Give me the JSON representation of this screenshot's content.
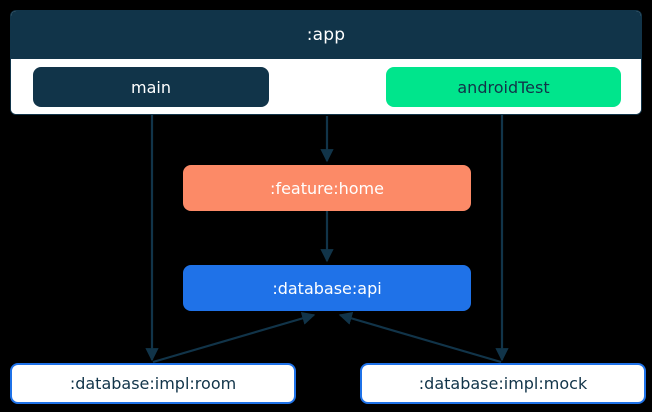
{
  "diagram": {
    "type": "module-dependency-graph",
    "background_color": "#000000",
    "edge_color": "#113449",
    "subgraph": {
      "title": ":app",
      "fill": "#ffffff",
      "header_fill": "#113449",
      "header_text_color": "#ffffff",
      "source_sets": [
        {
          "id": "main",
          "label": "main",
          "fill": "#113449",
          "text_color": "#ffffff"
        },
        {
          "id": "androidTest",
          "label": "androidTest",
          "fill": "#00e58c",
          "text_color": "#113449"
        }
      ]
    },
    "nodes": [
      {
        "id": "feature-home",
        "label": ":feature:home",
        "fill": "#fc8a67",
        "text_color": "#ffffff",
        "border": "none"
      },
      {
        "id": "database-api",
        "label": ":database:api",
        "fill": "#1f72e8",
        "text_color": "#ffffff",
        "border": "none"
      },
      {
        "id": "database-impl-room",
        "label": ":database:impl:room",
        "fill": "#ffffff",
        "text_color": "#113449",
        "border": "#1f72e8"
      },
      {
        "id": "database-impl-mock",
        "label": ":database:impl:mock",
        "fill": "#ffffff",
        "text_color": "#113449",
        "border": "#1f72e8"
      }
    ],
    "edges": [
      {
        "id": "main-to-room",
        "from": "main",
        "to": "database-impl-room"
      },
      {
        "id": "app-to-feature-home",
        "from": ":app",
        "to": "feature-home"
      },
      {
        "id": "androidtest-to-mock",
        "from": "androidTest",
        "to": "database-impl-mock"
      },
      {
        "id": "feature-home-to-database-api",
        "from": "feature-home",
        "to": "database-api"
      },
      {
        "id": "room-to-database-api",
        "from": "database-impl-room",
        "to": "database-api"
      },
      {
        "id": "mock-to-database-api",
        "from": "database-impl-mock",
        "to": "database-api"
      }
    ]
  }
}
